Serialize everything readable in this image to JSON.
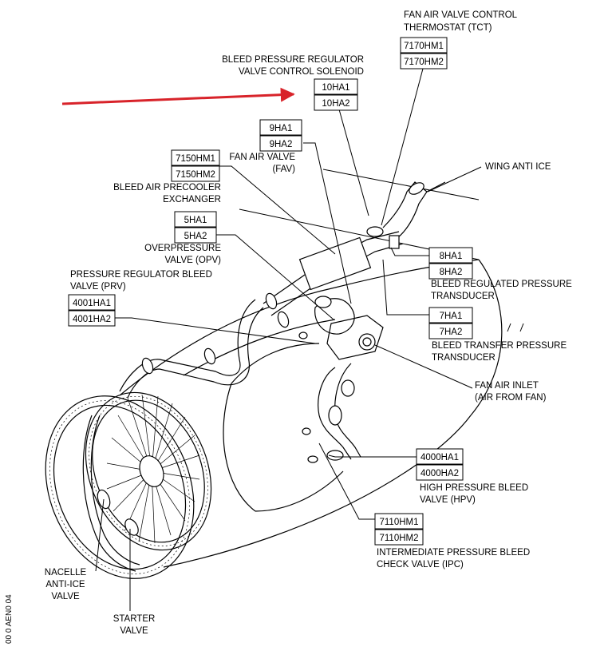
{
  "labels": {
    "tct": [
      "FAN AIR VALVE CONTROL",
      "THERMOSTAT (TCT)"
    ],
    "bprv_solenoid": [
      "BLEED PRESSURE REGULATOR",
      "VALVE CONTROL SOLENOID"
    ],
    "fav": [
      "FAN AIR VALVE",
      "(FAV)"
    ],
    "precooler": [
      "BLEED AIR PRECOOLER",
      "EXCHANGER"
    ],
    "wing_anti_ice": [
      "WING ANTI ICE"
    ],
    "opv": [
      "OVERPRESSURE",
      "VALVE (OPV)"
    ],
    "prv": [
      "PRESSURE REGULATOR BLEED",
      "VALVE (PRV)"
    ],
    "brpt": [
      "BLEED REGULATED PRESSURE",
      "TRANSDUCER"
    ],
    "btpt": [
      "BLEED TRANSFER PRESSURE",
      "TRANSDUCER"
    ],
    "fan_inlet": [
      "FAN AIR INLET",
      "(AIR FROM FAN)"
    ],
    "hpv": [
      "HIGH PRESSURE BLEED",
      "VALVE (HPV)"
    ],
    "ipc": [
      "INTERMEDIATE PRESSURE BLEED",
      "CHECK VALVE (IPC)"
    ],
    "nacelle": [
      "NACELLE",
      "ANTI-ICE",
      "VALVE"
    ],
    "starter": [
      "STARTER",
      "VALVE"
    ]
  },
  "boxes": {
    "tct": [
      "7170HM1",
      "7170HM2"
    ],
    "bprv_solenoid": [
      "10HA1",
      "10HA2"
    ],
    "fav": [
      "9HA1",
      "9HA2"
    ],
    "precooler": [
      "7150HM1",
      "7150HM2"
    ],
    "opv": [
      "5HA1",
      "5HA2"
    ],
    "prv": [
      "4001HA1",
      "4001HA2"
    ],
    "brpt": [
      "8HA1",
      "8HA2"
    ],
    "btpt": [
      "7HA1",
      "7HA2"
    ],
    "hpv": [
      "4000HA1",
      "4000HA2"
    ],
    "ipc": [
      "7110HM1",
      "7110HM2"
    ]
  },
  "reference_code": "00 0 AEN0 04",
  "colors": {
    "arrow": "#d8232a",
    "ink": "#000000"
  }
}
